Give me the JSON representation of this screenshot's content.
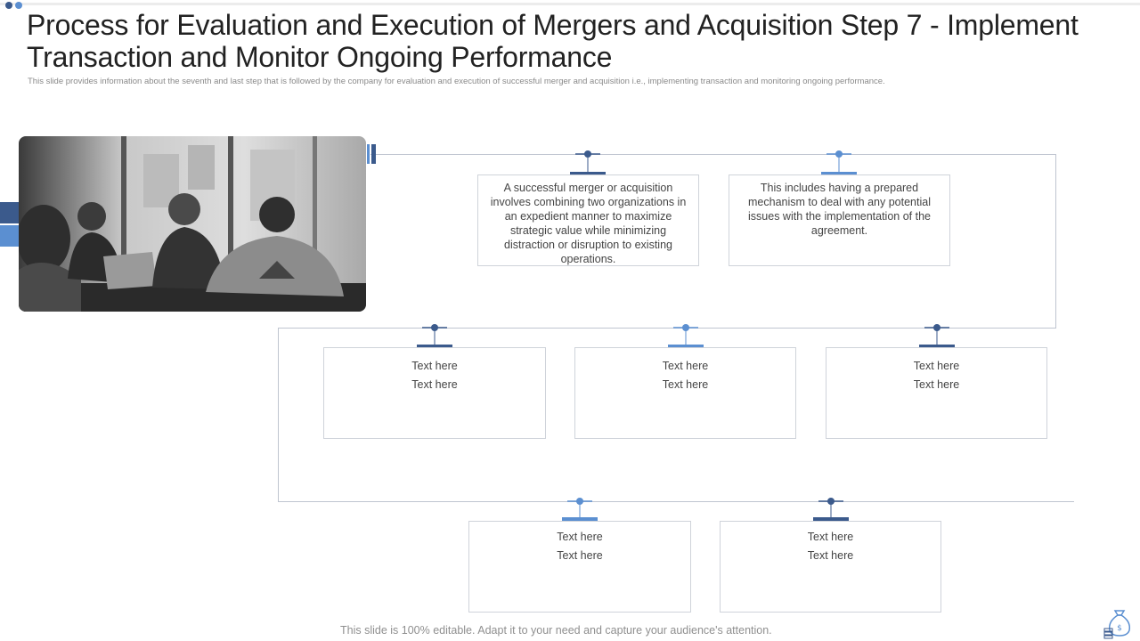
{
  "title": "Process for Evaluation and Execution of Mergers and Acquisition Step 7 - Implement Transaction and Monitor Ongoing Performance",
  "subtitle": "This slide provides information about the seventh and last step that is followed by the company for evaluation and execution of successful merger and acquisition i.e., implementing  transaction and monitoring ongoing performance.",
  "footer": "This slide is 100% editable. Adapt it to your need and capture your audience's attention.",
  "colors": {
    "dark_blue": "#3b5a8c",
    "light_blue": "#5b8fd1",
    "line": "#bfc5d0",
    "box_border": "#cfd3da"
  },
  "icons": {
    "photo": "team-meeting-photo",
    "corner": "money-bag-icon"
  },
  "row1": [
    {
      "text": "A successful merger or acquisition involves  combining two organizations in an expedient manner to maximize strategic value while minimizing distraction or disruption to existing operations."
    },
    {
      "text": "This includes having  a prepared mechanism to deal with any potential issues with the implementation of the agreement."
    }
  ],
  "row2": [
    {
      "line1": "Text here",
      "line2": "Text here"
    },
    {
      "line1": "Text here",
      "line2": "Text here"
    },
    {
      "line1": "Text here",
      "line2": "Text here"
    }
  ],
  "row3": [
    {
      "line1": "Text here",
      "line2": "Text here"
    },
    {
      "line1": "Text here",
      "line2": "Text here"
    }
  ]
}
